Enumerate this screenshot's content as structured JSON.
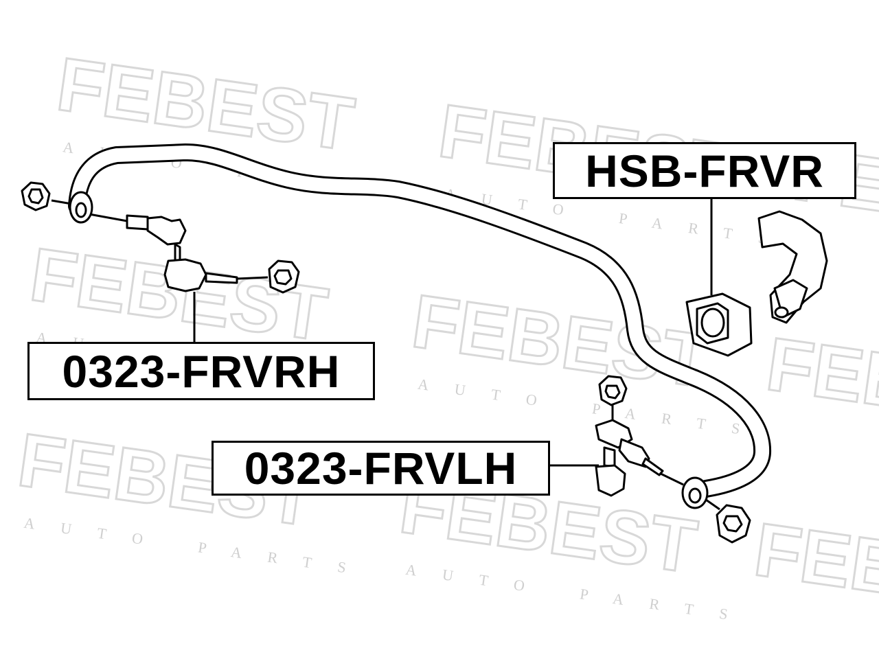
{
  "watermark": {
    "brand": "FEBEST",
    "sub": "AUTO PARTS"
  },
  "labels": {
    "bushing": "HSB-FRVR",
    "link_right": "0323-FRVRH",
    "link_left": "0323-FRVLH"
  },
  "colors": {
    "ink": "#000000",
    "watermark": "#d8d8d8",
    "background": "#ffffff"
  }
}
